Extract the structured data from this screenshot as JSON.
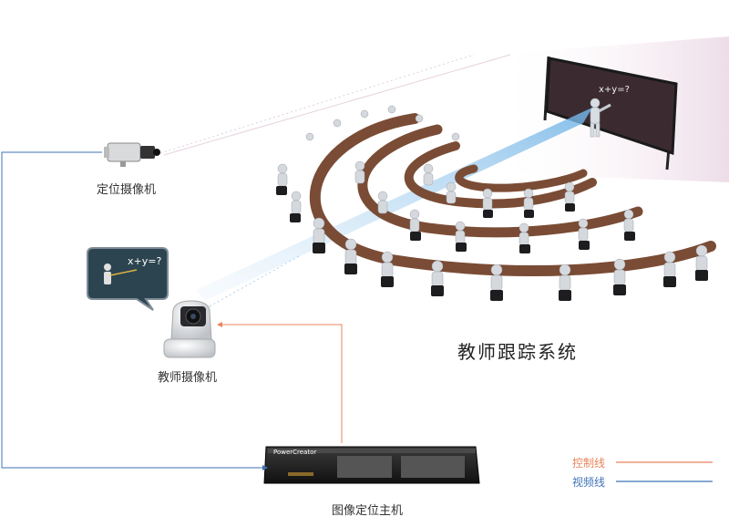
{
  "labels": {
    "positioning_camera": "定位摄像机",
    "teacher_camera": "教师摄像机",
    "system_title": "教师跟踪系统",
    "host": "图像定位主机"
  },
  "board_text": "x+y=?",
  "bubble_text": "x+y=?",
  "host_brand": "PowerCreator",
  "legend": [
    {
      "label": "控制线",
      "color": "#e8845a"
    },
    {
      "label": "视频线",
      "color": "#3f73b6"
    }
  ],
  "colors": {
    "control_line": "#e8845a",
    "video_line": "#3f73b6",
    "desk": "#7a4c35",
    "board": "#3a2a2e",
    "beam": "#8fc3ea"
  }
}
